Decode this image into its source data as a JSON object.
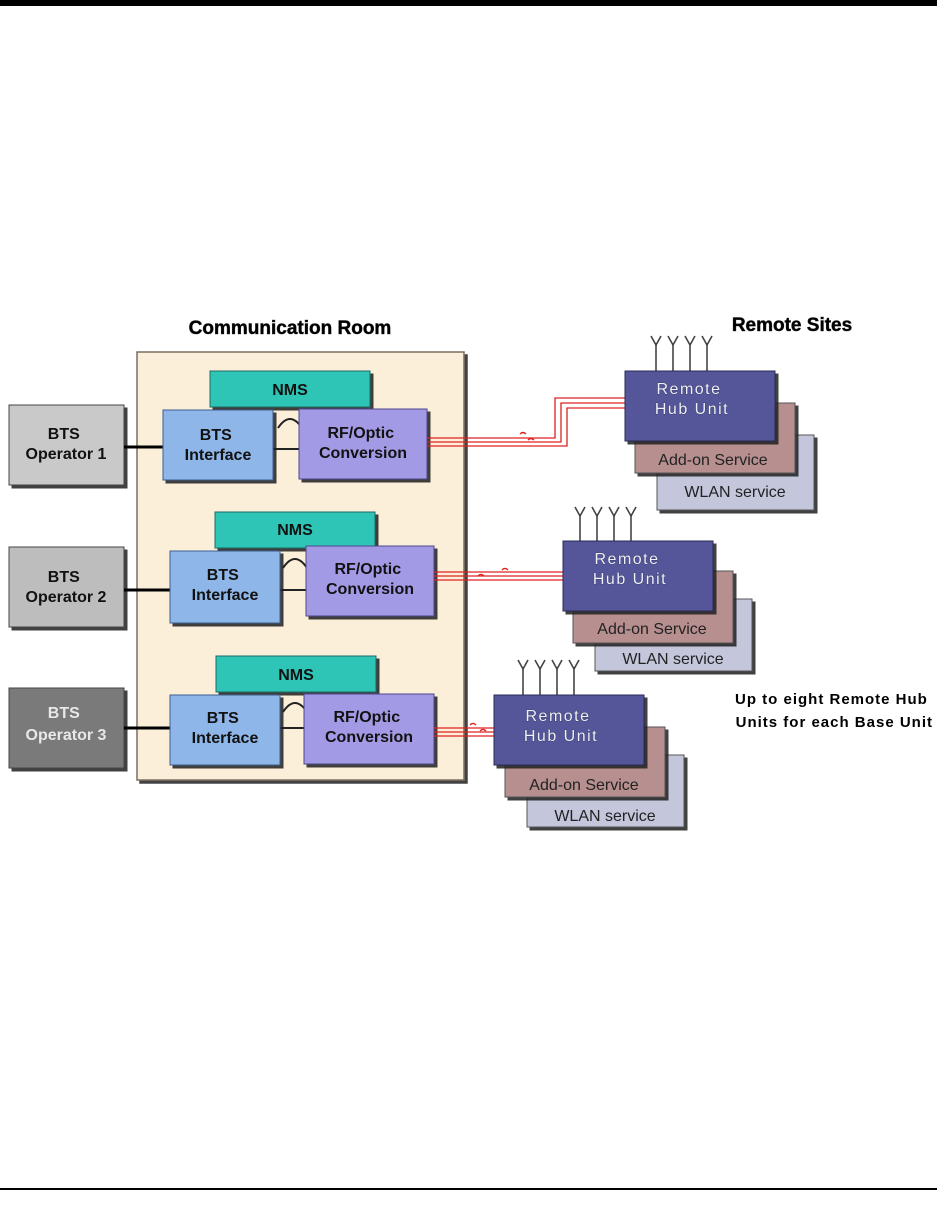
{
  "communication_room": {
    "title": "Communication Room",
    "nms_label": "NMS",
    "bts_interface_label": [
      "BTS",
      "Interface"
    ],
    "rf_optic_label": [
      "RF/Optic",
      "Conversion"
    ]
  },
  "remote_sites": {
    "title": "Remote Sites",
    "remote_hub_label": [
      "Remote",
      "Hub Unit"
    ],
    "addon_label": "Add-on Service",
    "wlan_label": "WLAN service"
  },
  "operators": [
    {
      "label": [
        "BTS",
        "Operator 1"
      ]
    },
    {
      "label": [
        "BTS",
        "Operator 2"
      ]
    },
    {
      "label": [
        "BTS",
        "Operator 3"
      ]
    }
  ],
  "note": [
    "Up to eight Remote Hub",
    "Units for each Base Unit"
  ],
  "colors": {
    "room_bg": "#fbefd9",
    "nms": "#2ec4b6",
    "bts_interface": "#8fb6e8",
    "rf_optic": "#a39ae6",
    "remote_hub": "#55579a",
    "addon": "#b78f8f",
    "wlan": "#c4c6dc",
    "fiber": "#e02020",
    "operator_1": "#c9c9c9",
    "operator_2": "#bdbdbd",
    "operator_3": "#7a7a7a"
  }
}
